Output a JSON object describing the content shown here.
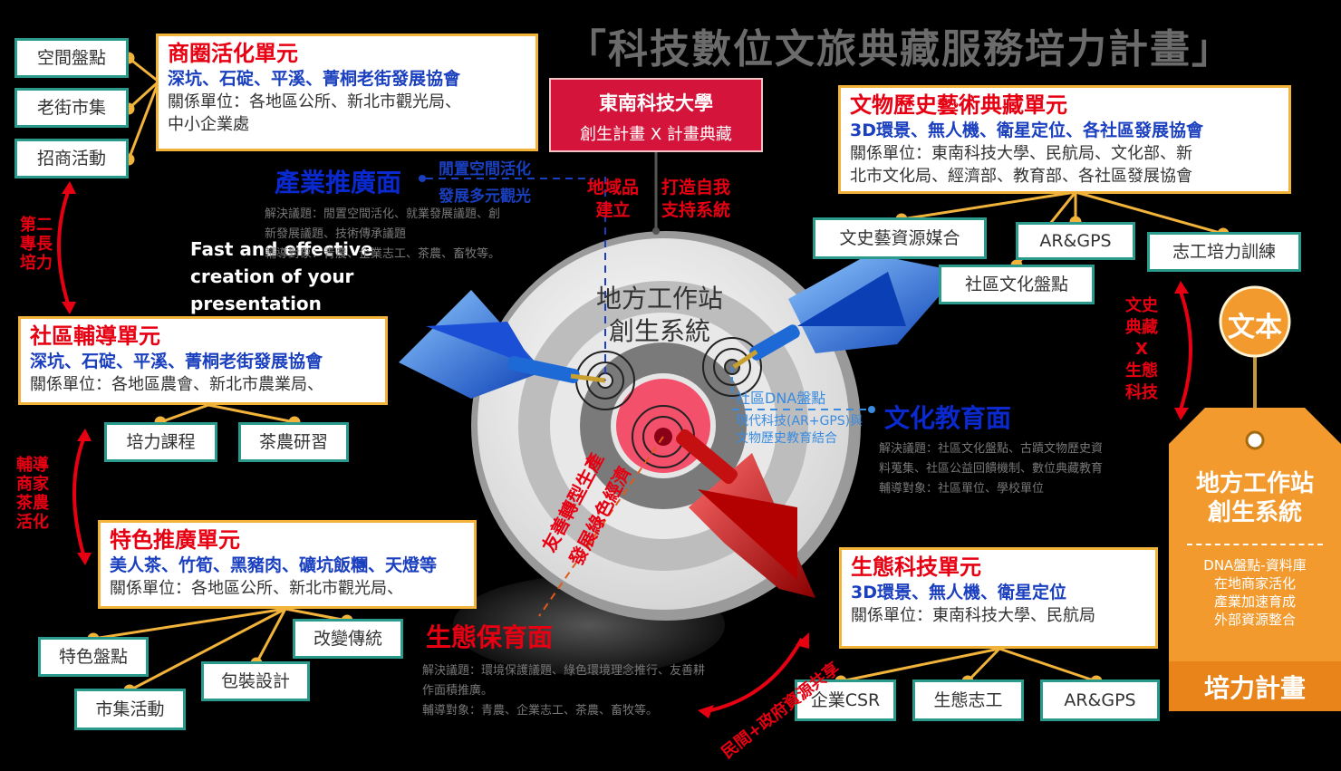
{
  "title": "「科技數位文旅典藏服務培力計畫」",
  "school": {
    "name": "東南科技大學",
    "subtitle": "創生計畫 X 計畫典藏"
  },
  "overlay_text": [
    "Fast and effective",
    "creation of your",
    "presentation"
  ],
  "target_label": {
    "line1": "地方工作站",
    "line2": "創生系統"
  },
  "units": {
    "commerce": {
      "title": "商圈活化單元",
      "body": "深坑、石碇、平溪、菁桐老街發展協會",
      "related": [
        "關係單位：各地區公所、新北市觀光局、",
        "中小企業處"
      ],
      "tags": [
        "空間盤點",
        "老街市集",
        "招商活動"
      ]
    },
    "heritage": {
      "title": "文物歷史藝術典藏單元",
      "body": "3D環景、無人機、衛星定位、各社區發展協會",
      "related": [
        "關係單位：東南科技大學、民航局、文化部、新",
        "北市文化局、經濟部、教育部、各社區發展協會"
      ],
      "tags": [
        "文史藝資源媒合",
        "AR&GPS",
        "志工培力訓練",
        "社區文化盤點"
      ]
    },
    "community": {
      "title": "社區輔導單元",
      "body": "深坑、石碇、平溪、菁桐老街發展協會",
      "related": [
        "關係單位：各地區農會、新北市農業局、"
      ],
      "tags": [
        "培力課程",
        "茶農研習"
      ]
    },
    "feature": {
      "title": "特色推廣單元",
      "body": "美人茶、竹筍、黑豬肉、礦坑飯糰、天燈等",
      "related": [
        "關係單位：各地區公所、新北市觀光局、"
      ],
      "tags": [
        "特色盤點",
        "改變傳統",
        "包裝設計",
        "市集活動"
      ]
    },
    "ecotech": {
      "title": "生態科技單元",
      "body": "3D環景、無人機、衛星定位",
      "related": [
        "關係單位：東南科技大學、民航局"
      ],
      "tags": [
        "企業CSR",
        "生態志工",
        "AR&GPS"
      ]
    }
  },
  "side_labels": {
    "left_top": [
      "第",
      "二",
      "專",
      "長",
      "培",
      "力"
    ],
    "left_bottom": [
      "輔",
      "導",
      "商",
      "家",
      "茶",
      "農",
      "活",
      "化"
    ],
    "right": [
      "文史",
      "典藏",
      "X",
      "生態",
      "科技"
    ]
  },
  "industry": {
    "title": "產業推廣面",
    "sub1": "閒置空間活化",
    "sub2": "發展多元觀光",
    "notes": [
      "解決議題：閒置空間活化、就業發展議題、創",
      "新發展議題、技術傳承議題",
      "輔導對象：青農、企業志工、茶農、畜牧等。"
    ]
  },
  "local_brand": [
    "地域品",
    "建立"
  ],
  "self_support": [
    "打造自我",
    "支持系統"
  ],
  "education": {
    "title": "文化教育面",
    "dna": "社區DNA盤點",
    "sub": [
      "現代科技(AR+GPS)與",
      "文物歷史教育結合"
    ],
    "notes": [
      "解決議題：社區文化盤點、古蹟文物歷史資",
      "料蒐集、社區公益回饋機制、數位典藏教育",
      "輔導對象：社區單位、學校單位"
    ]
  },
  "ecology": {
    "title": "生態保育面",
    "diag1": "友善轉型生產",
    "diag2": "發展綠色經濟",
    "notes": [
      "解決議題：環境保護議題、綠色環境理念推行、友善耕",
      "作面積推廣。",
      "輔導對象：青農、企業志工、茶農、畜牧等。"
    ]
  },
  "civic": "民間+政府資源共享",
  "tag_panel": {
    "circle": "文本",
    "title": [
      "地方工作站",
      "創生系統"
    ],
    "items": [
      "DNA盤點-資料庫",
      "在地商家活化",
      "產業加速育成",
      "外部資源整合"
    ],
    "footer": "培力計畫"
  },
  "colors": {
    "accent_red": "#e60012",
    "gold": "#f2b33a",
    "teal": "#2a9a8d",
    "orange": "#f29a2e",
    "blue": "#0a2ad0"
  }
}
